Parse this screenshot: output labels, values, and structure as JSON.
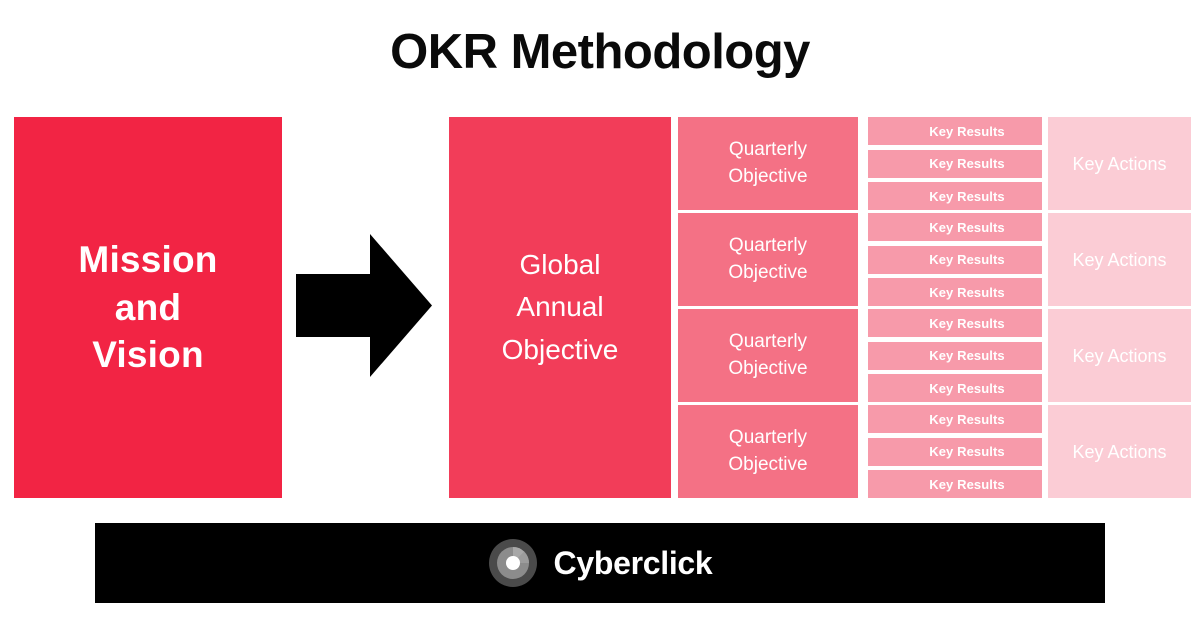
{
  "title": "OKR Methodology",
  "mission": {
    "label": "Mission\nand\nVision",
    "color": "#F22444"
  },
  "arrow": {
    "icon": "arrow-right-icon",
    "color": "#000000"
  },
  "global_objective": {
    "label": "Global\nAnnual\nObjective",
    "color": "#F23D59"
  },
  "columns": {
    "quarterly_objective_color": "#F47185",
    "key_results_color": "#F79AAA",
    "key_actions_color": "#FBCCD5"
  },
  "rows": [
    {
      "quarterly_objective": "Quarterly\nObjective",
      "key_results": [
        "Key Results",
        "Key Results",
        "Key Results"
      ],
      "key_actions": "Key Actions"
    },
    {
      "quarterly_objective": "Quarterly\nObjective",
      "key_results": [
        "Key Results",
        "Key Results",
        "Key Results"
      ],
      "key_actions": "Key Actions"
    },
    {
      "quarterly_objective": "Quarterly\nObjective",
      "key_results": [
        "Key Results",
        "Key Results",
        "Key Results"
      ],
      "key_actions": "Key Actions"
    },
    {
      "quarterly_objective": "Quarterly\nObjective",
      "key_results": [
        "Key Results",
        "Key Results",
        "Key Results"
      ],
      "key_actions": "Key Actions"
    }
  ],
  "footer": {
    "brand_name": "Cyberclick",
    "logo_icon": "cyberclick-target-logo-icon",
    "background": "#000000"
  }
}
